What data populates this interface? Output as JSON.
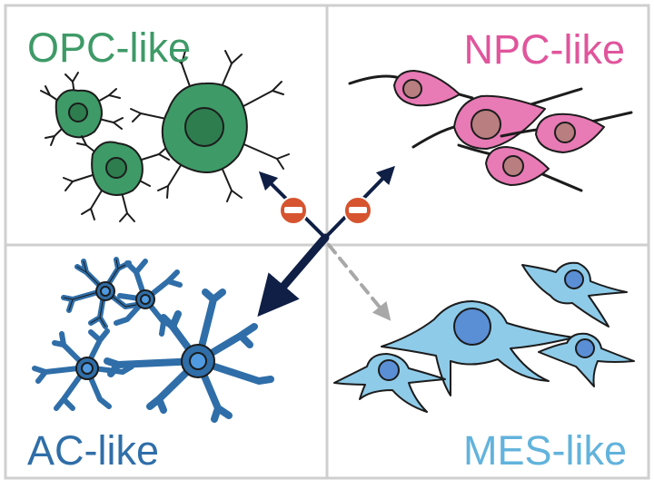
{
  "labels": {
    "opc": "OPC-like",
    "npc": "NPC-like",
    "ac": "AC-like",
    "mes": "MES-like"
  },
  "colors": {
    "opc": "#3e9a67",
    "npc": "#e0559c",
    "ac": "#2f6ea8",
    "mes": "#62b3dc",
    "arrow": "#0f1f45",
    "dashed_arrow": "#a8a8a8",
    "inhibit": "#d6542f",
    "grid": "#cfcfcf"
  },
  "icons": {
    "inhibit": "minus-circle-icon",
    "opc_cell": "oligodendrocyte-progenitor-cell",
    "npc_cell": "neural-progenitor-cell",
    "ac_cell": "astrocyte-cell",
    "mes_cell": "mesenchymal-cell"
  }
}
